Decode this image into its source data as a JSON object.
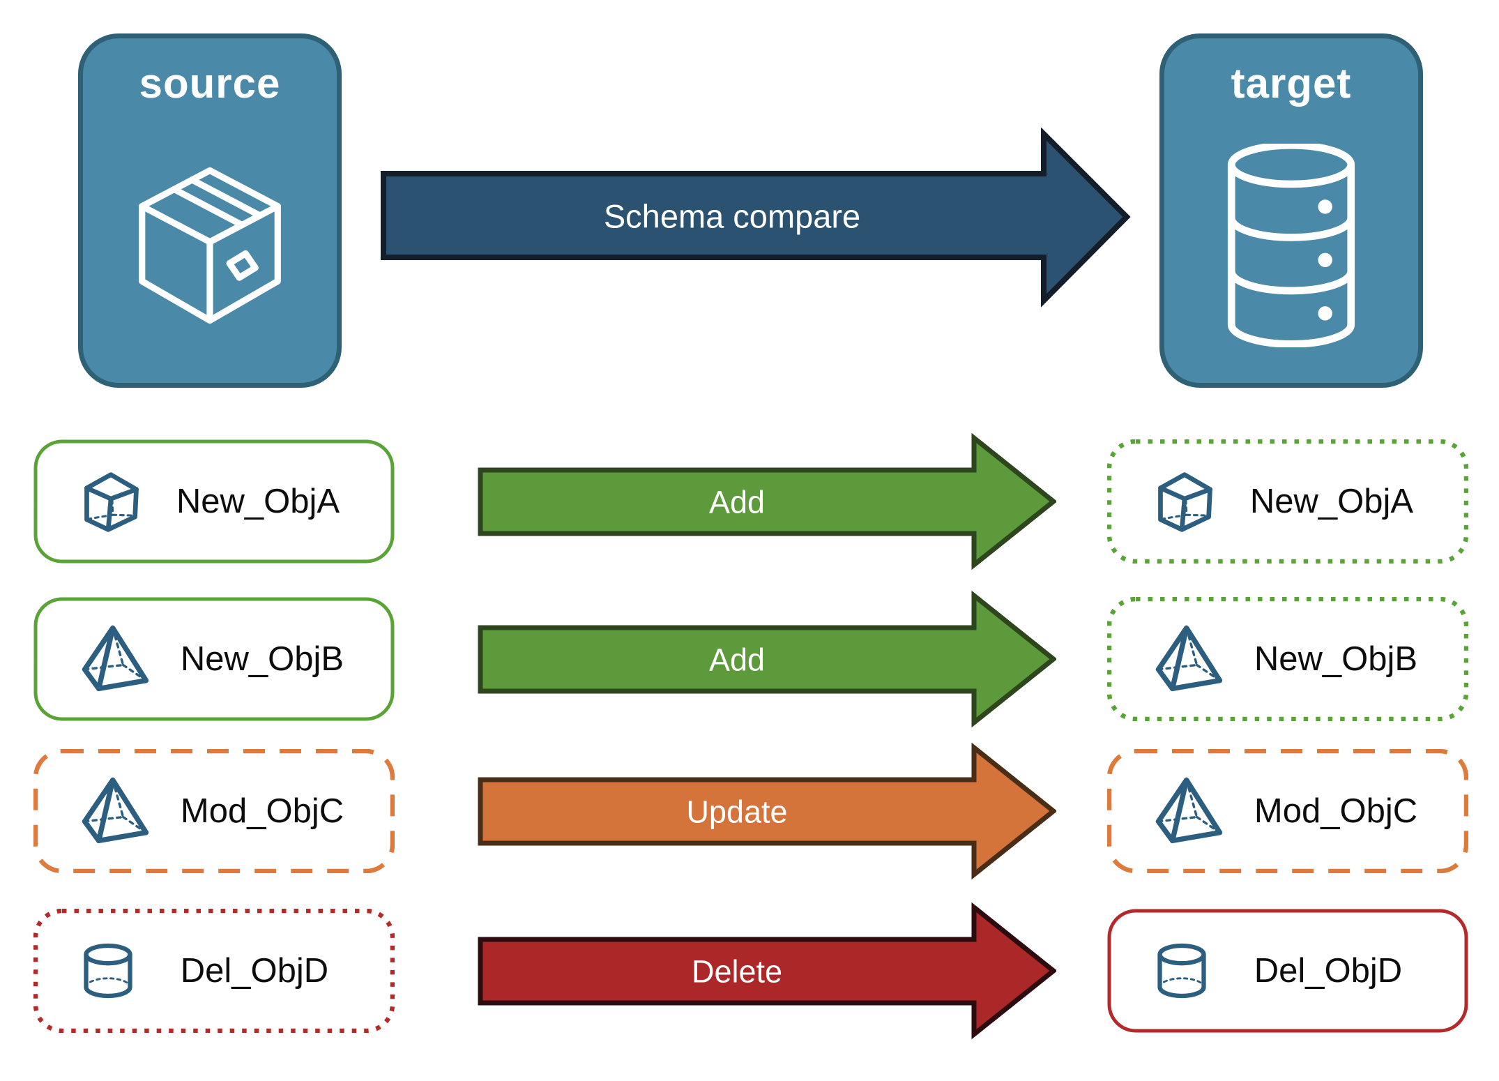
{
  "nodes": {
    "source": {
      "label": "source",
      "icon": "package-box-icon"
    },
    "target": {
      "label": "target",
      "icon": "database-icon"
    }
  },
  "compare_arrow": {
    "label": "Schema compare"
  },
  "rows": [
    {
      "name": "New_ObjA",
      "icon": "cube-icon",
      "action": "Add",
      "source_border": "solid green",
      "target_border": "dotted green"
    },
    {
      "name": "New_ObjB",
      "icon": "pyramid-icon",
      "action": "Add",
      "source_border": "solid green",
      "target_border": "dotted green"
    },
    {
      "name": "Mod_ObjC",
      "icon": "pyramid-icon",
      "action": "Update",
      "source_border": "dashed orange",
      "target_border": "dashed orange"
    },
    {
      "name": "Del_ObjD",
      "icon": "cylinder-icon",
      "action": "Delete",
      "source_border": "dotted red",
      "target_border": "solid red"
    }
  ],
  "colors": {
    "teal_fill": "#4A8AA8",
    "teal_border": "#2E6076",
    "compare_fill": "#2B5271",
    "compare_border": "#141E2A",
    "add_fill": "#5C9A3C",
    "add_border": "#2D461E",
    "update_fill": "#D4743A",
    "update_border": "#4A2D17",
    "delete_fill": "#AC2828",
    "delete_border": "#2D0C10",
    "box_green": "#5AA337",
    "box_orange": "#DE7B3C",
    "box_red": "#B42A2A",
    "icon_blue": "#2C5F7F"
  }
}
